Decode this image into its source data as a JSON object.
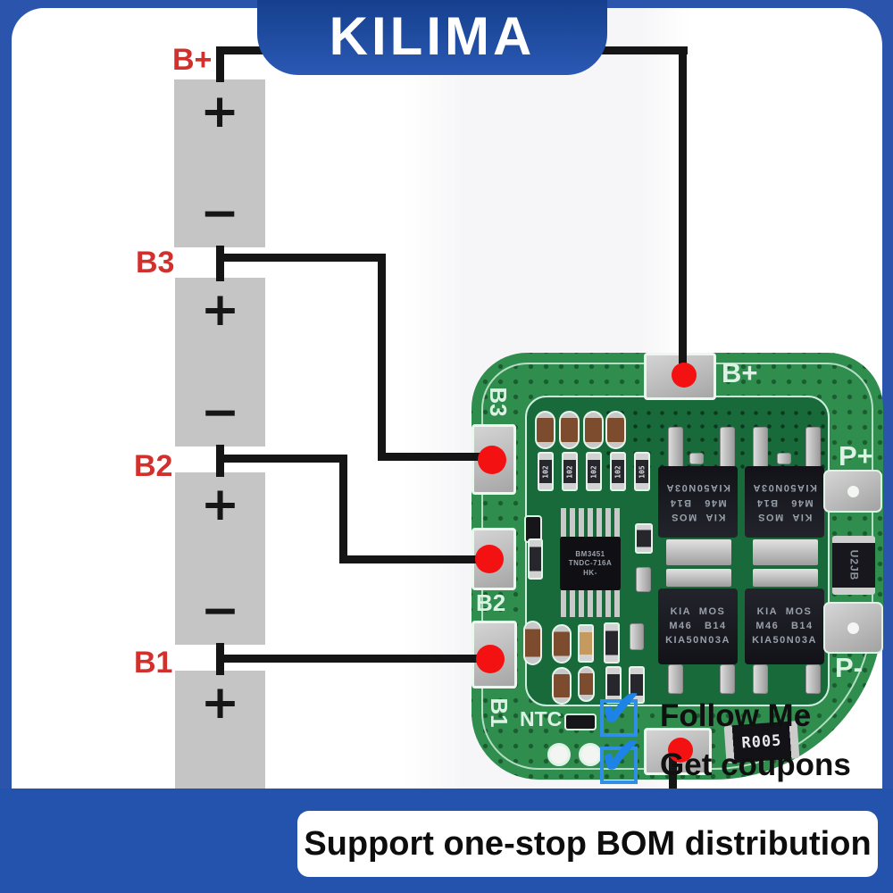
{
  "brand": {
    "name": "KILIMA"
  },
  "banner": {
    "text": "Support one-stop BOM distribution"
  },
  "promo": {
    "follow_label": "Follow Me",
    "coupons_label": "Get coupons",
    "check_glyph": "✔",
    "check_color": "#1e83e6"
  },
  "wiring": {
    "label_color": "#d2302c",
    "label_b_plus": "B+",
    "label_b3": "B3",
    "label_b2": "B2",
    "label_b1": "B1",
    "batteries": [
      {
        "plus": "+",
        "minus": "−"
      },
      {
        "plus": "+",
        "minus": "−"
      },
      {
        "plus": "+",
        "minus": "−"
      },
      {
        "plus": "+"
      }
    ]
  },
  "pcb": {
    "board_color": "#2f8d4d",
    "panel_color": "#186a3b",
    "silk_color": "#dbf2e4",
    "solder_dot_color": "#f31111",
    "silk": {
      "b_plus": "B+",
      "b3": "B3",
      "b2": "B2",
      "b1": "B1",
      "p_plus": "P+",
      "p_minus": "P-",
      "ntc": "NTC"
    },
    "ic": {
      "line1": "BM3451",
      "line2": "TNDC-716A",
      "line3": "HK-"
    },
    "mosfet": {
      "line1": "KIA  MOS",
      "line2": "M46   B14",
      "line3": "KIA50N03A"
    },
    "diode_label": "U2JB",
    "shunt_label": "R005",
    "resistor_labels": [
      "102",
      "102",
      "102",
      "102",
      "105"
    ]
  },
  "frame": {
    "border_color": "#2b55ac",
    "badge_color": "#1d4a9c",
    "bar_color": "#2453ae"
  }
}
